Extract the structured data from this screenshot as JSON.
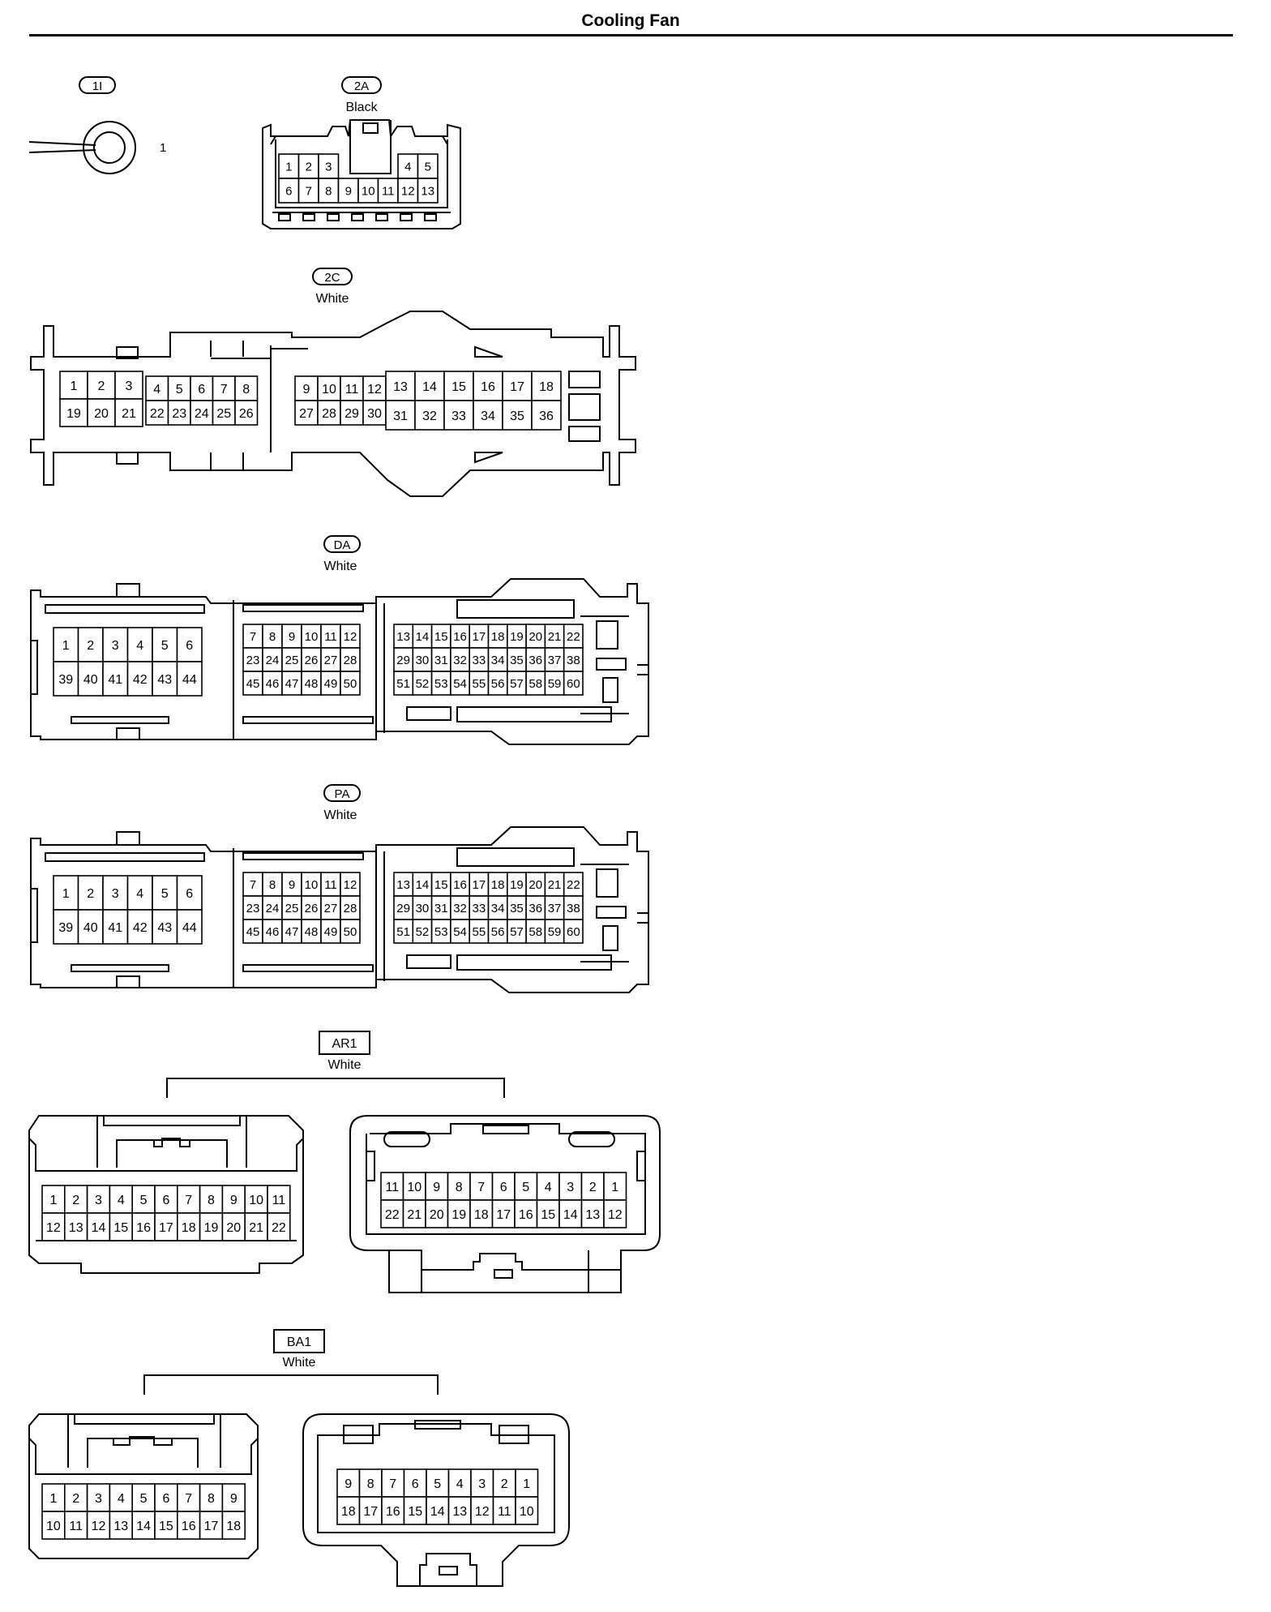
{
  "title": "Cooling Fan",
  "connectors": {
    "c1I": {
      "code": "1I",
      "pin": "1"
    },
    "c2A": {
      "code": "2A",
      "color": "Black",
      "rows": [
        [
          "1",
          "2",
          "3",
          "",
          "",
          "",
          "4",
          "5"
        ],
        [
          "6",
          "7",
          "8",
          "9",
          "10",
          "11",
          "12",
          "13"
        ]
      ]
    },
    "c2C": {
      "code": "2C",
      "color": "White",
      "blockA_top": [
        "1",
        "2",
        "3"
      ],
      "blockA_bot": [
        "19",
        "20",
        "21"
      ],
      "blockB_top": [
        "4",
        "5",
        "6",
        "7",
        "8"
      ],
      "blockB_bot": [
        "22",
        "23",
        "24",
        "25",
        "26"
      ],
      "blockC_top": [
        "9",
        "10",
        "11",
        "12"
      ],
      "blockC_bot": [
        "27",
        "28",
        "29",
        "30"
      ],
      "blockD_top": [
        "13",
        "14",
        "15",
        "16",
        "17",
        "18"
      ],
      "blockD_bot": [
        "31",
        "32",
        "33",
        "34",
        "35",
        "36"
      ]
    },
    "cDA": {
      "code": "DA",
      "color": "White",
      "left": [
        [
          "1",
          "2",
          "3",
          "4",
          "5",
          "6"
        ],
        [
          "39",
          "40",
          "41",
          "42",
          "43",
          "44"
        ]
      ],
      "mid": [
        [
          "7",
          "8",
          "9",
          "10",
          "11",
          "12"
        ],
        [
          "23",
          "24",
          "25",
          "26",
          "27",
          "28"
        ],
        [
          "45",
          "46",
          "47",
          "48",
          "49",
          "50"
        ]
      ],
      "right": [
        [
          "13",
          "14",
          "15",
          "16",
          "17",
          "18",
          "19",
          "20",
          "21",
          "22"
        ],
        [
          "29",
          "30",
          "31",
          "32",
          "33",
          "34",
          "35",
          "36",
          "37",
          "38"
        ],
        [
          "51",
          "52",
          "53",
          "54",
          "55",
          "56",
          "57",
          "58",
          "59",
          "60"
        ]
      ]
    },
    "cPA": {
      "code": "PA",
      "color": "White",
      "left": [
        [
          "1",
          "2",
          "3",
          "4",
          "5",
          "6"
        ],
        [
          "39",
          "40",
          "41",
          "42",
          "43",
          "44"
        ]
      ],
      "mid": [
        [
          "7",
          "8",
          "9",
          "10",
          "11",
          "12"
        ],
        [
          "23",
          "24",
          "25",
          "26",
          "27",
          "28"
        ],
        [
          "45",
          "46",
          "47",
          "48",
          "49",
          "50"
        ]
      ],
      "right": [
        [
          "13",
          "14",
          "15",
          "16",
          "17",
          "18",
          "19",
          "20",
          "21",
          "22"
        ],
        [
          "29",
          "30",
          "31",
          "32",
          "33",
          "34",
          "35",
          "36",
          "37",
          "38"
        ],
        [
          "51",
          "52",
          "53",
          "54",
          "55",
          "56",
          "57",
          "58",
          "59",
          "60"
        ]
      ]
    },
    "cAR1": {
      "code": "AR1",
      "color": "White",
      "male": [
        [
          "1",
          "2",
          "3",
          "4",
          "5",
          "6",
          "7",
          "8",
          "9",
          "10",
          "11"
        ],
        [
          "12",
          "13",
          "14",
          "15",
          "16",
          "17",
          "18",
          "19",
          "20",
          "21",
          "22"
        ]
      ],
      "female": [
        [
          "11",
          "10",
          "9",
          "8",
          "7",
          "6",
          "5",
          "4",
          "3",
          "2",
          "1"
        ],
        [
          "22",
          "21",
          "20",
          "19",
          "18",
          "17",
          "16",
          "15",
          "14",
          "13",
          "12"
        ]
      ]
    },
    "cBA1": {
      "code": "BA1",
      "color": "White",
      "male": [
        [
          "1",
          "2",
          "3",
          "4",
          "5",
          "6",
          "7",
          "8",
          "9"
        ],
        [
          "10",
          "11",
          "12",
          "13",
          "14",
          "15",
          "16",
          "17",
          "18"
        ]
      ],
      "female": [
        [
          "9",
          "8",
          "7",
          "6",
          "5",
          "4",
          "3",
          "2",
          "1"
        ],
        [
          "18",
          "17",
          "16",
          "15",
          "14",
          "13",
          "12",
          "11",
          "10"
        ]
      ]
    }
  }
}
